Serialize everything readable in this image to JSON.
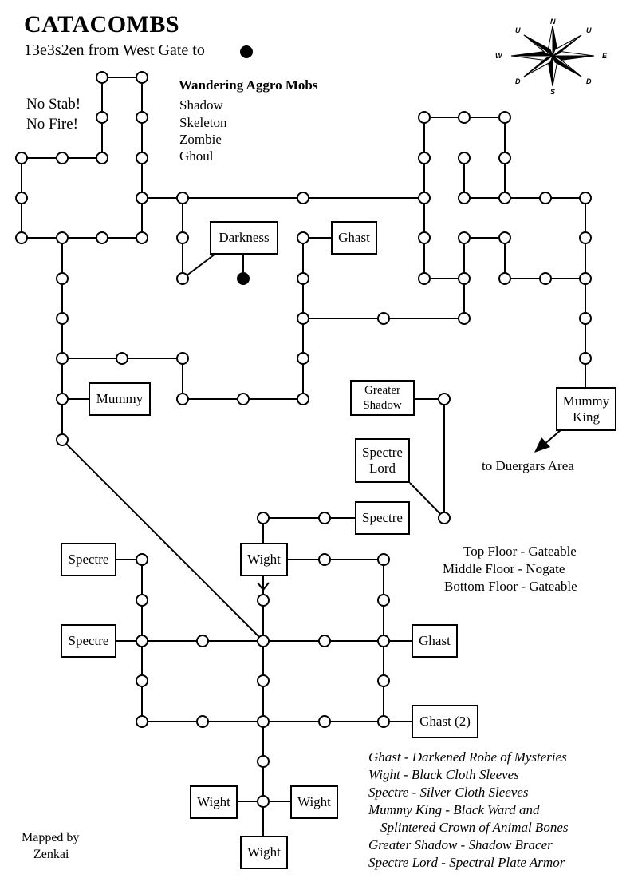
{
  "header": {
    "title": "CATACOMBS",
    "route": "13e3s2en from West Gate to"
  },
  "warnings": [
    "No Stab!",
    "No Fire!"
  ],
  "wandering_mobs": {
    "heading": "Wandering Aggro Mobs",
    "mobs": [
      "Shadow",
      "Skeleton",
      "Zombie",
      "Ghoul"
    ]
  },
  "rooms": {
    "darkness": "Darkness",
    "ghast_upper": "Ghast",
    "mummy": "Mummy",
    "greater_shadow": "Greater\nShadow",
    "spectre_lord": "Spectre\nLord",
    "spectre_mid": "Spectre",
    "mummy_king": "Mummy\nKing",
    "wight_top": "Wight",
    "spectre_left_a": "Spectre",
    "spectre_left_b": "Spectre",
    "ghast_right": "Ghast",
    "ghast_two": "Ghast (2)",
    "wight_left": "Wight",
    "wight_right": "Wight",
    "wight_bottom": "Wight"
  },
  "destination": "to Duergars Area",
  "floors": [
    "Top Floor - Gateable",
    "Middle Floor - Nogate",
    "Bottom Floor - Gateable"
  ],
  "loot": [
    "Ghast - Darkened Robe of Mysteries",
    "Wight - Black Cloth Sleeves",
    "Spectre - Silver Cloth Sleeves",
    "Mummy King - Black Ward and",
    "Splintered Crown of Animal Bones",
    "Greater Shadow - Shadow Bracer",
    "Spectre Lord - Spectral Plate Armor"
  ],
  "credit": {
    "line1": "Mapped by",
    "line2": "Zenkai"
  },
  "compass": {
    "n": "N",
    "s": "S",
    "e": "E",
    "w": "W",
    "nw": "U",
    "ne": "U",
    "sw": "D",
    "se": "D"
  },
  "colors": {
    "ink": "#000000",
    "paper": "#ffffff"
  }
}
